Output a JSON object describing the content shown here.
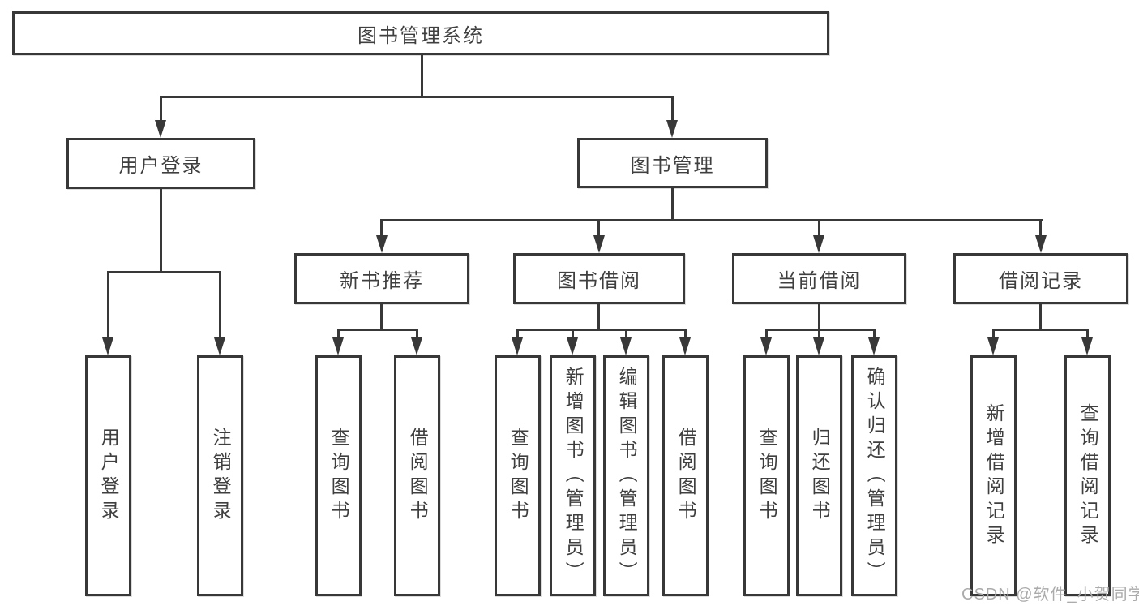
{
  "diagram_type": "hierarchy-tree",
  "tree": {
    "label": "图书管理系统",
    "children": [
      {
        "label": "用户登录",
        "children": [
          {
            "label": "用户登录"
          },
          {
            "label": "注销登录"
          }
        ]
      },
      {
        "label": "图书管理",
        "children": [
          {
            "label": "新书推荐",
            "children": [
              {
                "label": "查询图书"
              },
              {
                "label": "借阅图书"
              }
            ]
          },
          {
            "label": "图书借阅",
            "children": [
              {
                "label": "查询图书"
              },
              {
                "label": "新增图书（管理员）"
              },
              {
                "label": "编辑图书（管理员）"
              },
              {
                "label": "借阅图书"
              }
            ]
          },
          {
            "label": "当前借阅",
            "children": [
              {
                "label": "查询图书"
              },
              {
                "label": "归还图书"
              },
              {
                "label": "确认归还（管理员）"
              }
            ]
          },
          {
            "label": "借阅记录",
            "children": [
              {
                "label": "新增借阅记录"
              },
              {
                "label": "查询借阅记录"
              }
            ]
          }
        ]
      }
    ]
  },
  "watermark": "CSDN @软件_小贺同学",
  "colors": {
    "line": "#383838",
    "box_border": "#383838",
    "text": "#3f3f3f",
    "background": "#ffffff",
    "watermark": "#ababab"
  }
}
